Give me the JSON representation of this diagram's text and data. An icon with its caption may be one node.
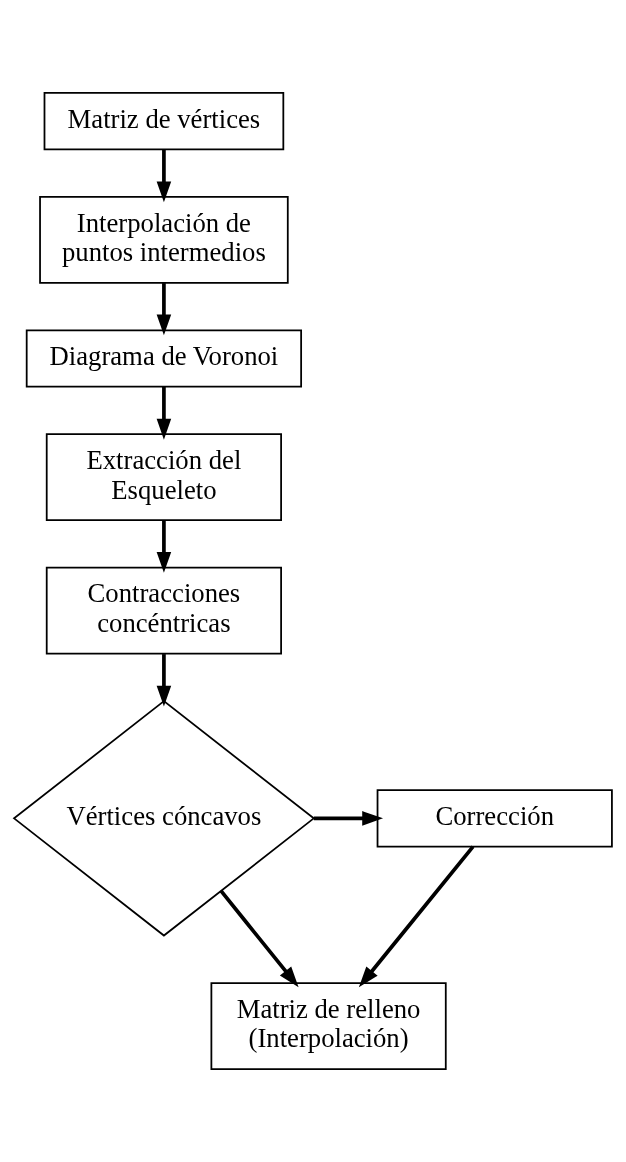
{
  "diagram": {
    "nodes": [
      {
        "text": [
          "Matriz de vértices"
        ]
      },
      {
        "text": [
          "Interpolación de puntos intermedios"
        ]
      },
      {
        "text": [
          "Diagrama de Voronoi"
        ]
      },
      {
        "text": [
          "Extracción del Esqueleto"
        ]
      },
      {
        "text": [
          "Contracciones concéntricas"
        ]
      },
      {
        "text": [
          "Vértices cóncavos"
        ]
      },
      {
        "text": [
          "Corrección"
        ]
      },
      {
        "text": [
          "Matriz de relleno (Interpolación)"
        ]
      }
    ],
    "edges": [
      {
        "from": 0,
        "to": 1,
        "arrow": "to"
      },
      {
        "from": 1,
        "to": 2,
        "arrow": "to"
      },
      {
        "from": 2,
        "to": 3,
        "arrow": "to"
      },
      {
        "from": 3,
        "to": 4,
        "arrow": "to"
      },
      {
        "from": 4,
        "to": 5,
        "arrow": "to"
      },
      {
        "from": 5,
        "to": 6,
        "arrow": "to"
      },
      {
        "from": 5,
        "to": 7,
        "arrow": "to"
      },
      {
        "from": 6,
        "to": 7,
        "arrow": "to"
      }
    ]
  }
}
